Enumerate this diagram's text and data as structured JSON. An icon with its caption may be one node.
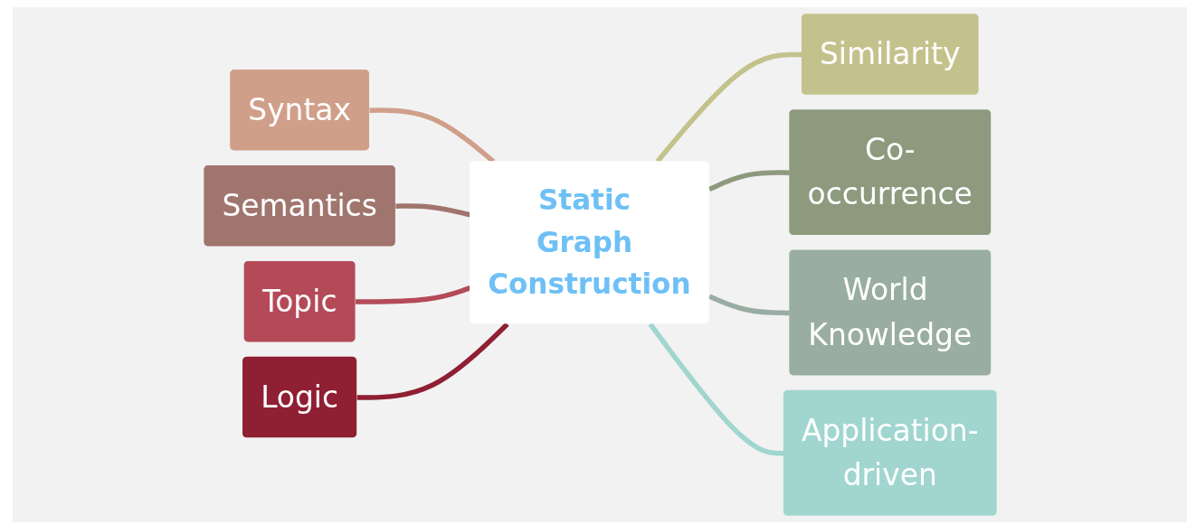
{
  "diagram": {
    "nodes": [
      {
        "text": [
          "Static Graph Construction"
        ]
      },
      {
        "text": [
          "Syntax"
        ]
      },
      {
        "text": [
          "Semantics"
        ]
      },
      {
        "text": [
          "Topic"
        ]
      },
      {
        "text": [
          "Logic"
        ]
      },
      {
        "text": [
          "Similarity"
        ]
      },
      {
        "text": [
          "Co-occurrence"
        ]
      },
      {
        "text": [
          "World Knowledge"
        ]
      },
      {
        "text": [
          "Application-driven"
        ]
      }
    ],
    "edges": [
      {
        "from": 1,
        "to": 0,
        "arrow": "none",
        "color": "#d09f8a"
      },
      {
        "from": 2,
        "to": 0,
        "arrow": "none",
        "color": "#a0756e"
      },
      {
        "from": 3,
        "to": 0,
        "arrow": "none",
        "color": "#b44a58"
      },
      {
        "from": 4,
        "to": 0,
        "arrow": "none",
        "color": "#8f1f33"
      },
      {
        "from": 0,
        "to": 5,
        "arrow": "none",
        "color": "#c4c28c"
      },
      {
        "from": 0,
        "to": 6,
        "arrow": "none",
        "color": "#8d9a7e"
      },
      {
        "from": 0,
        "to": 7,
        "arrow": "none",
        "color": "#99ada2"
      },
      {
        "from": 0,
        "to": 8,
        "arrow": "none",
        "color": "#a0d6cf"
      }
    ]
  }
}
